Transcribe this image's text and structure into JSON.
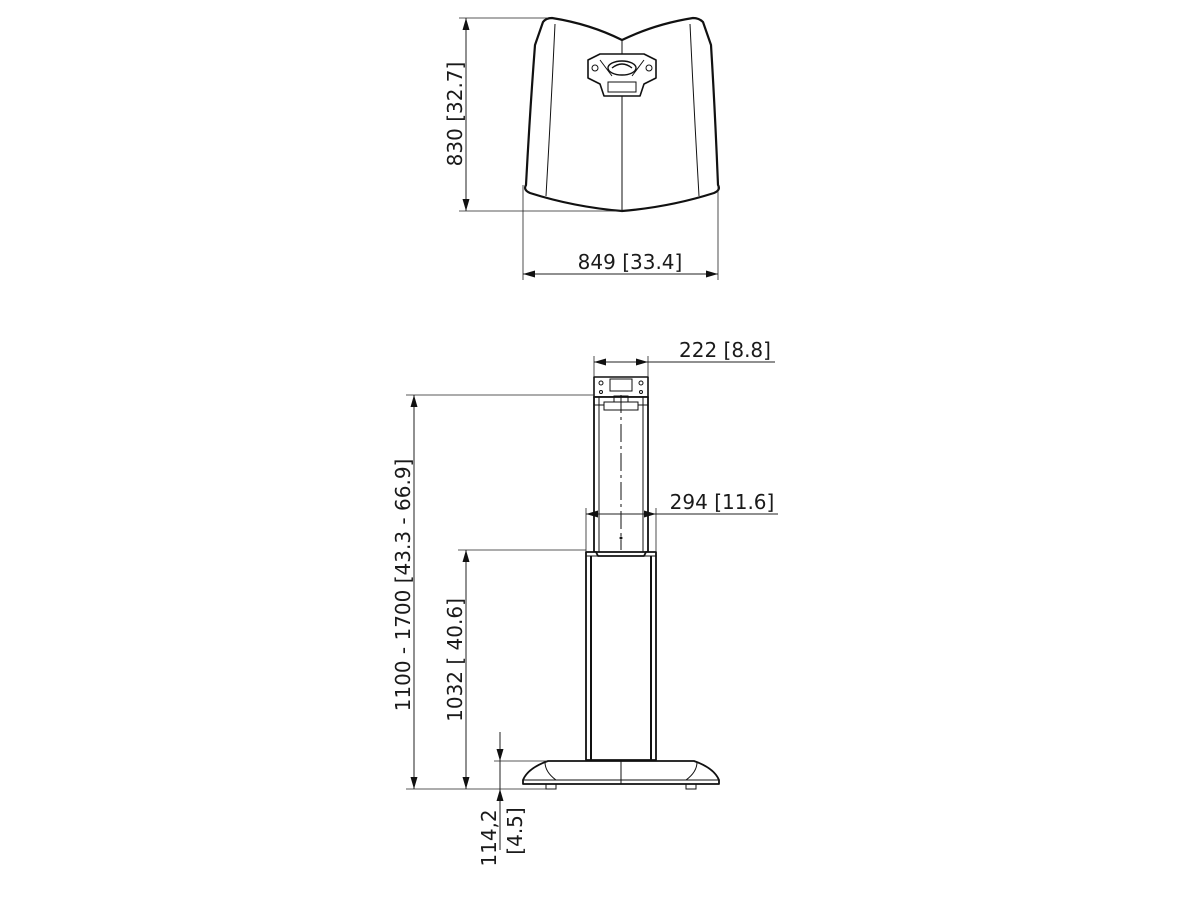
{
  "drawing": {
    "top_view": {
      "depth_label": "830 [32.7]",
      "width_label": "849 [33.4]"
    },
    "side_view": {
      "column_width_label": "222 [8.8]",
      "column_depth_label": "294 [11.6]",
      "overall_height_label": "1100 - 1700 [43.3 - 66.9]",
      "base_column_height_label": "1032 [ 40.6]",
      "base_height_label_line1": "114,2",
      "base_height_label_line2": "[4.5]"
    }
  }
}
